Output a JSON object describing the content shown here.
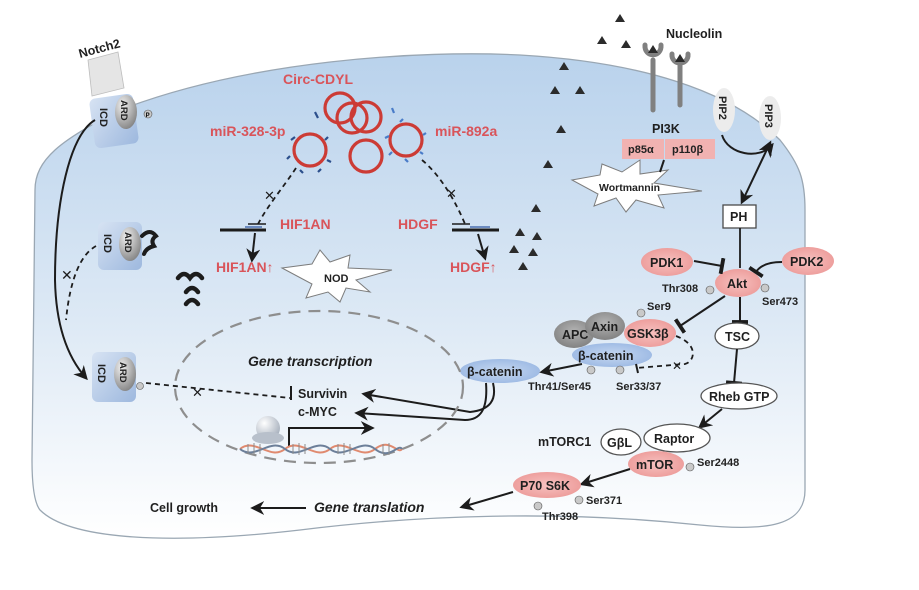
{
  "figure": {
    "type": "signaling-pathway-diagram",
    "cell": {
      "membrane_fill_top": "#bcd4ec",
      "membrane_fill_bottom": "#ffffff",
      "membrane_stroke": "#9aa7b3"
    },
    "colors": {
      "red_label": "#d9545a",
      "pink_node": "#f1a7a6",
      "blue_node": "#a9c3e6",
      "gray_node": "#8c8c8c",
      "circ_ring": "#cc3b35",
      "mirna": "#2c4f8c",
      "dark": "#1c1c1c"
    },
    "receptors": {
      "notch2": "Notch2",
      "nucleolin": "Nucleolin"
    },
    "notch_domains": {
      "icd": "ICD",
      "ard": "ARD"
    },
    "circrna": {
      "title": "Circ-CDYL",
      "mir_left": "miR-328-3p",
      "mir_right": "miR-892a",
      "target_left": "HIF1AN",
      "target_right": "HDGF",
      "target_left_up": "HIF1AN↑",
      "target_right_up": "HDGF↑"
    },
    "stars": {
      "nod": "NOD",
      "wortmannin": "Wortmannin"
    },
    "pi3k": {
      "label": "PI3K",
      "sub_a": "p85α",
      "sub_b": "p110β",
      "pip2": "PIP2",
      "pip3": "PIP3",
      "ph": "PH"
    },
    "akt_module": {
      "pdk1": "PDK1",
      "pdk2": "PDK2",
      "akt": "Akt",
      "thr308": "Thr308",
      "ser473": "Ser473",
      "tsc": "TSC",
      "rheb": "Rheb GTP"
    },
    "destruction_complex": {
      "apc": "APC",
      "axin": "Axin",
      "gsk3b": "GSK3β",
      "ser9": "Ser9",
      "bcat_bound": "β-catenin",
      "bcat_free": "β-catenin",
      "thr41": "Thr41/Ser45",
      "ser33": "Ser33/37"
    },
    "mtor_module": {
      "mtorc1": "mTORC1",
      "gbl": "GβL",
      "raptor": "Raptor",
      "mtor": "mTOR",
      "ser2448": "Ser2448",
      "p70": "P70 S6K",
      "ser371": "Ser371",
      "thr398": "Thr398"
    },
    "nucleus": {
      "title": "Gene transcription",
      "gene1": "Survivin",
      "gene2": "c-MYC"
    },
    "outputs": {
      "translation": "Gene translation",
      "growth": "Cell growth"
    },
    "phospho_symbol": "P"
  }
}
